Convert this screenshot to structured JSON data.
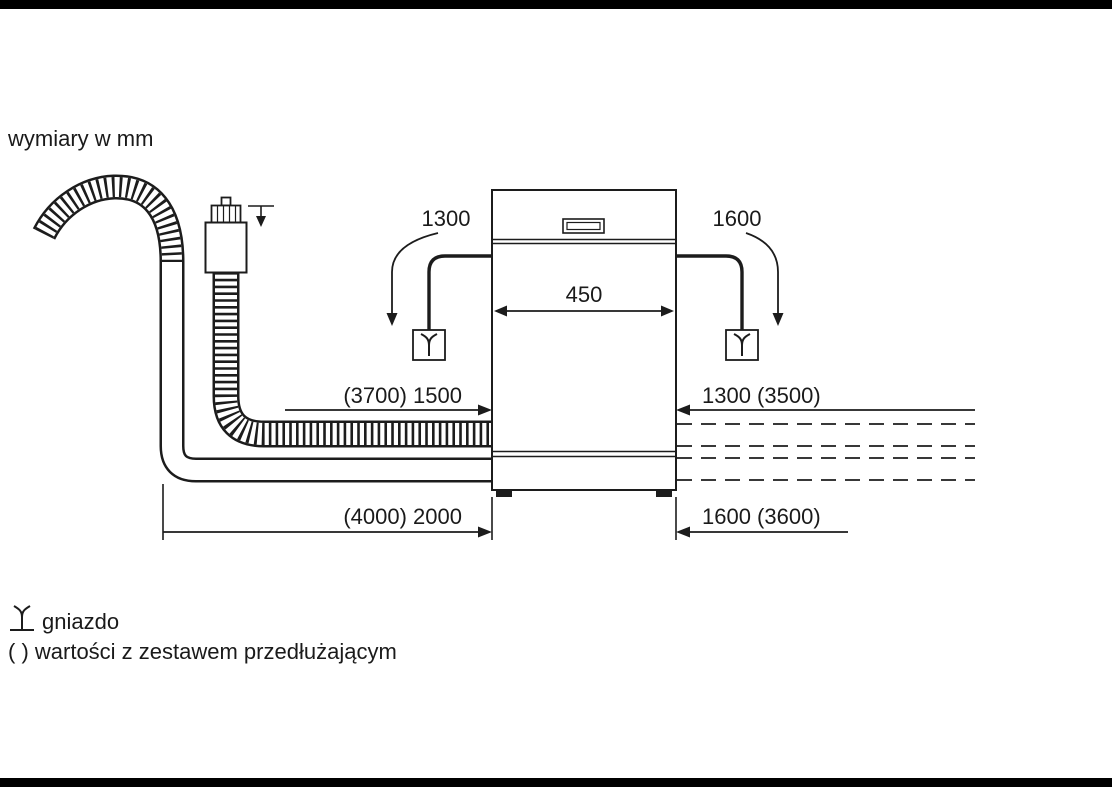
{
  "page": {
    "units_note": "wymiary w mm"
  },
  "dimensions": {
    "cable_left": "1300",
    "cable_right": "1600",
    "width": "450",
    "supply_hose_left": "(3700) 1500",
    "inlet_right": "1300 (3500)",
    "drain_left": "(4000) 2000",
    "drain_right": "1600 (3600)"
  },
  "legend": {
    "socket": "gniazdo",
    "parentheses": "( ) wartości z zestawem przedłużającym"
  },
  "icons": {
    "socket_icon": "power-socket-fork",
    "tap_icon": "water-tap-connector"
  },
  "colors": {
    "line": "#1c1c1c",
    "text": "#1a1a1a",
    "background": "#ffffff",
    "letterbox": "#000000"
  }
}
